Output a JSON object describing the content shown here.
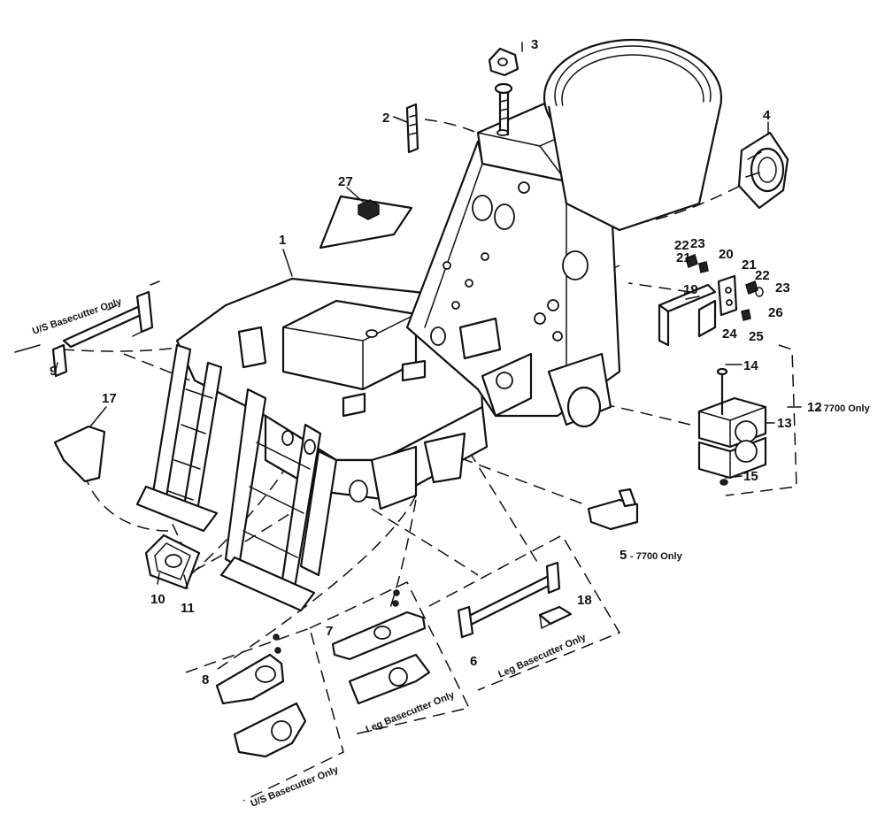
{
  "callouts": {
    "c1": "1",
    "c2": "2",
    "c3": "3",
    "c4": "4",
    "c5": "5",
    "c6": "6",
    "c7": "7",
    "c8": "8",
    "c9": "9",
    "c10": "10",
    "c11": "11",
    "c12": "12",
    "c13": "13",
    "c14": "14",
    "c15": "15",
    "c17": "17",
    "c18": "18",
    "c19": "19",
    "c20": "20",
    "c21a": "21",
    "c21b": "21",
    "c22a": "22",
    "c22b": "22",
    "c23a": "23",
    "c23b": "23",
    "c24": "24",
    "c25": "25",
    "c26": "26",
    "c27": "27"
  },
  "notes": {
    "us_basecutter_top": "U/S Basecutter Only",
    "us_basecutter_bottom": "U/S Basecutter Only",
    "leg_basecutter_mid": "Leg Basecutter Only",
    "leg_basecutter_right": "Leg Basecutter Only",
    "only_7700_part5": "- 7700 Only",
    "only_7700_part12": "- 7700 Only"
  }
}
